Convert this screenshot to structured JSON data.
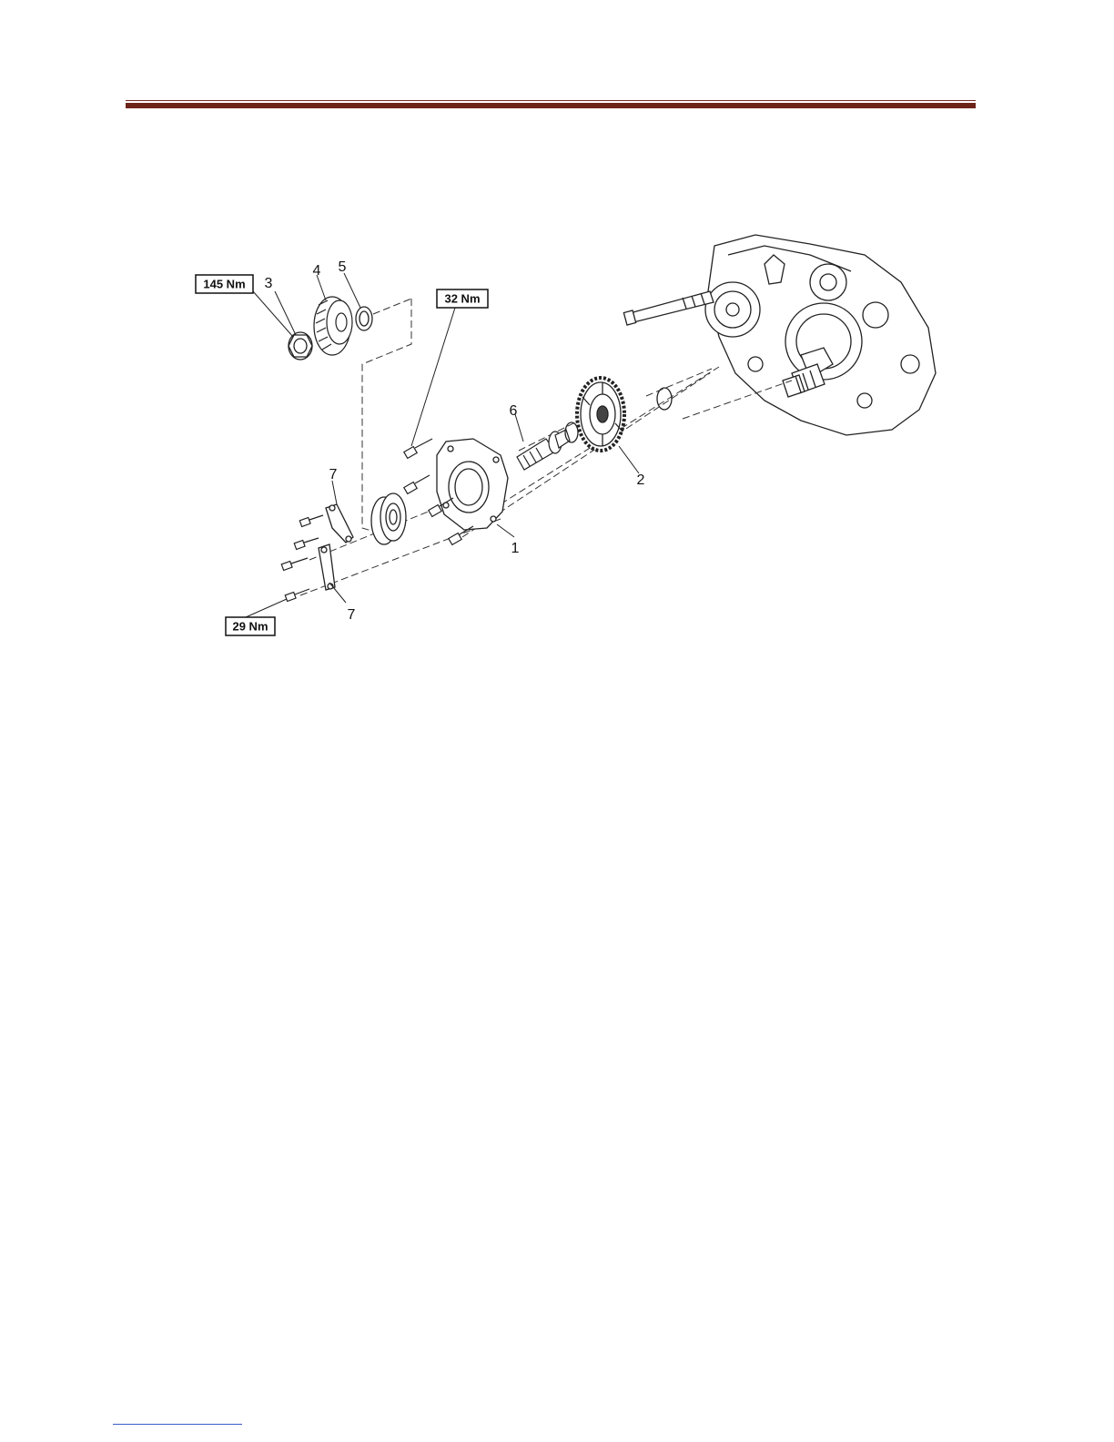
{
  "figure": {
    "callouts": {
      "c1": "1",
      "c2": "2",
      "c3": "3",
      "c4": "4",
      "c5": "5",
      "c6": "6",
      "c7a": "7",
      "c7b": "7"
    },
    "torque": {
      "t145": "145 Nm",
      "t32": "32 Nm",
      "t29": "29 Nm"
    }
  }
}
